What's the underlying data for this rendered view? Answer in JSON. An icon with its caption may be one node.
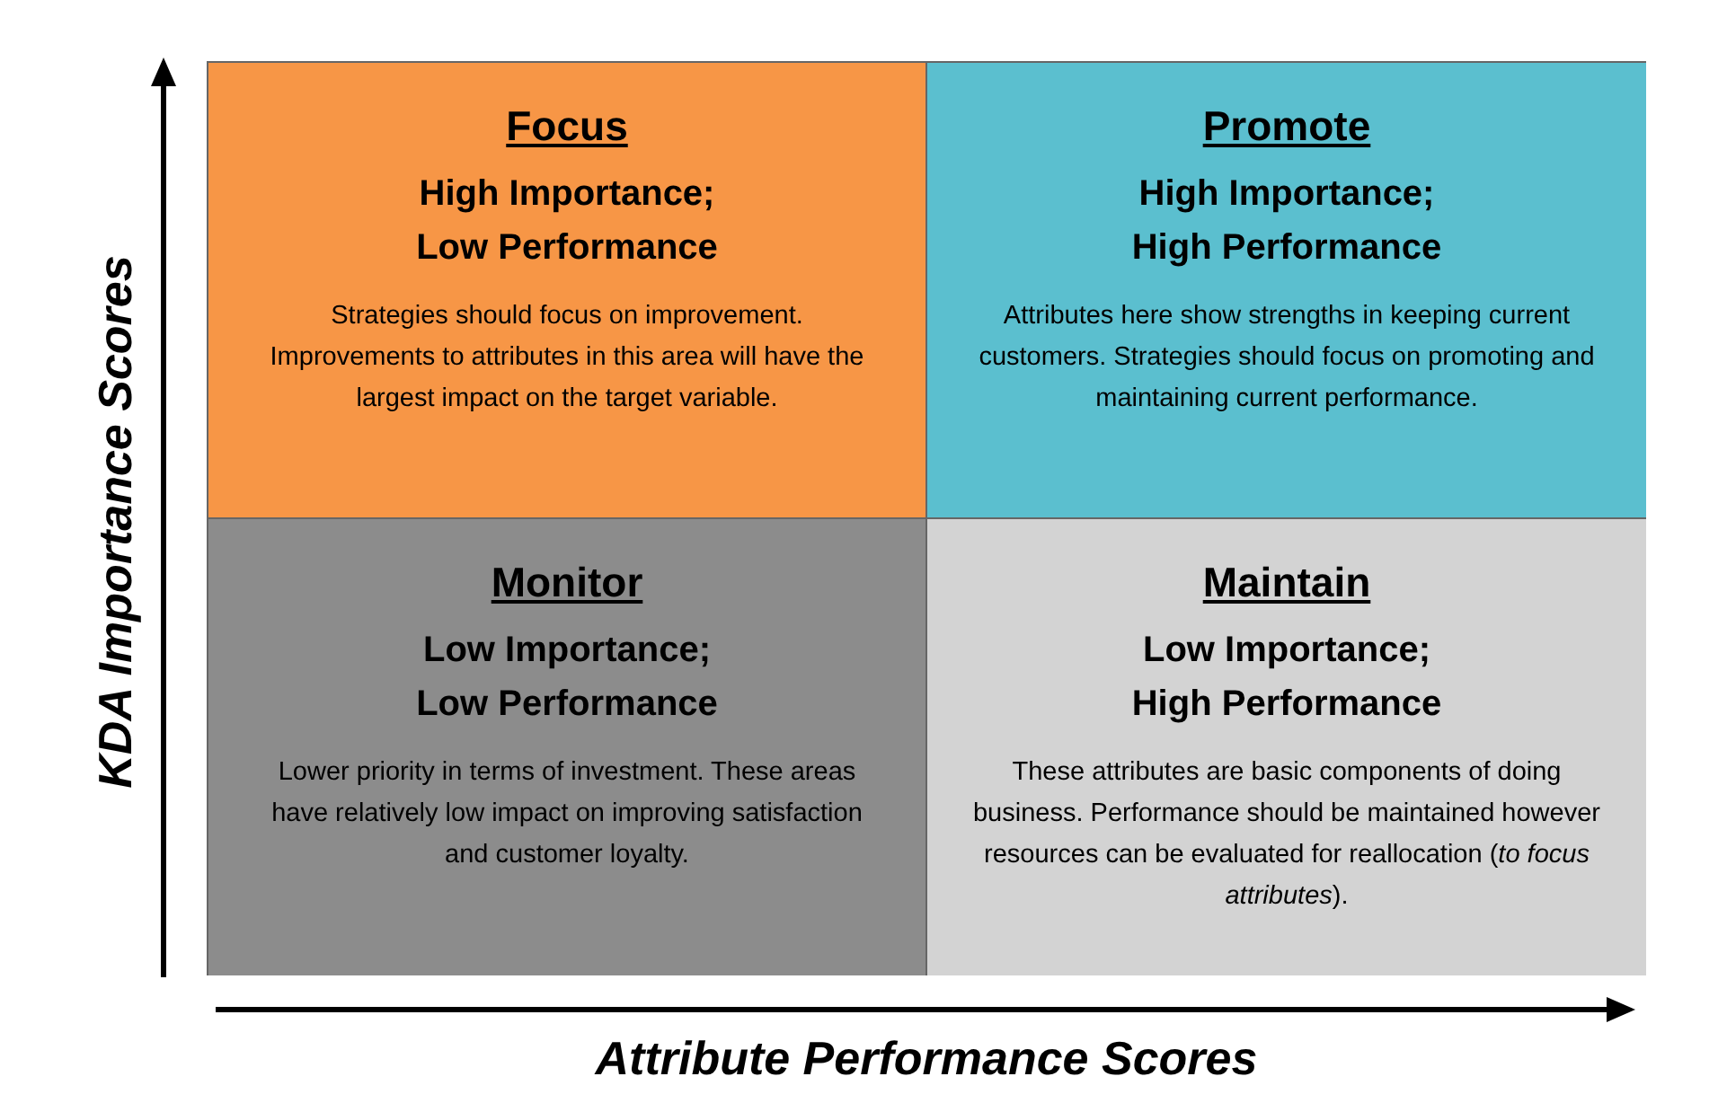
{
  "diagram": {
    "nodes": [
      {
        "text": [
          "Focus",
          "High Importance; Low Performance",
          "Strategies should focus on improvement. Improvements to attributes in this area will have the largest impact on the target variable."
        ]
      },
      {
        "text": [
          "Promote",
          "High Importance; High Performance",
          "Attributes here show strengths in keeping current customers. Strategies should focus on promoting and maintaining current performance."
        ]
      },
      {
        "text": [
          "Monitor",
          "Low Importance; Low Performance",
          "Lower priority in terms of investment. These areas have relatively low impact on improving satisfaction and customer loyalty."
        ]
      },
      {
        "text": [
          "Maintain",
          "Low Importance; High Performance",
          "These attributes are basic components of doing business. Performance should be maintained however resources can be evaluated for reallocation (*to focus attributes*)."
        ]
      }
    ],
    "labels": [
      "KDA Importance Scores",
      "Attribute Performance Scores"
    ]
  }
}
